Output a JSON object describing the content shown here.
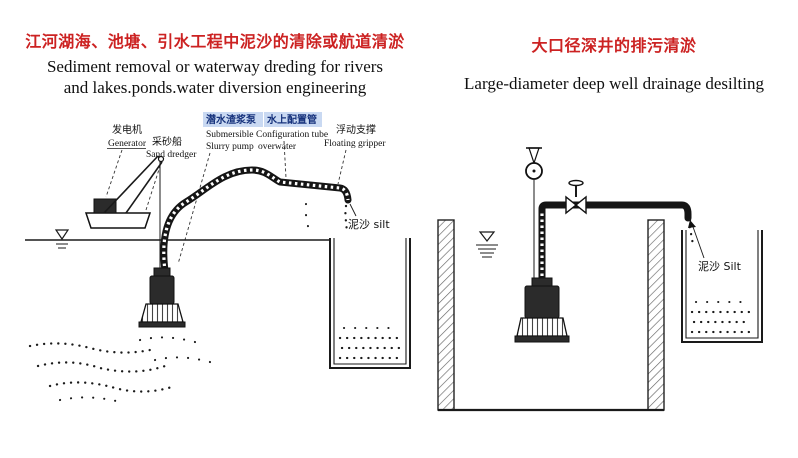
{
  "colors": {
    "title_red": "#cc2222",
    "ink": "#1a1a1a",
    "highlight_bg": "#c9d9f2",
    "highlight_text": "#16327c"
  },
  "left": {
    "title_cn": "江河湖海、池塘、引水工程中泥沙的清除或航道清淤",
    "title_en_line1": "Sediment removal or waterway dreding for rivers",
    "title_en_line2": "and lakes.ponds.water diversion engineering",
    "labels": {
      "pump_cn": "潜水渣浆泵",
      "tube_cn": "水上配置管",
      "generator_cn": "发电机",
      "generator_en": "Generator",
      "dredger_cn": "采砂船",
      "dredger_en": "Sand dredger",
      "pump_en_line1": "Submersible",
      "pump_en_line2": "Slurry pump",
      "tube_en_line1": "Configuration tube",
      "tube_en_line2": "overwater",
      "gripper_cn": "浮动支撑",
      "gripper_en": "Floating gripper",
      "silt": "泥沙 silt"
    }
  },
  "right": {
    "title_cn": "大口径深井的排污清淤",
    "title_en": "Large-diameter deep well drainage desilting",
    "labels": {
      "silt": "泥沙 Silt"
    }
  }
}
